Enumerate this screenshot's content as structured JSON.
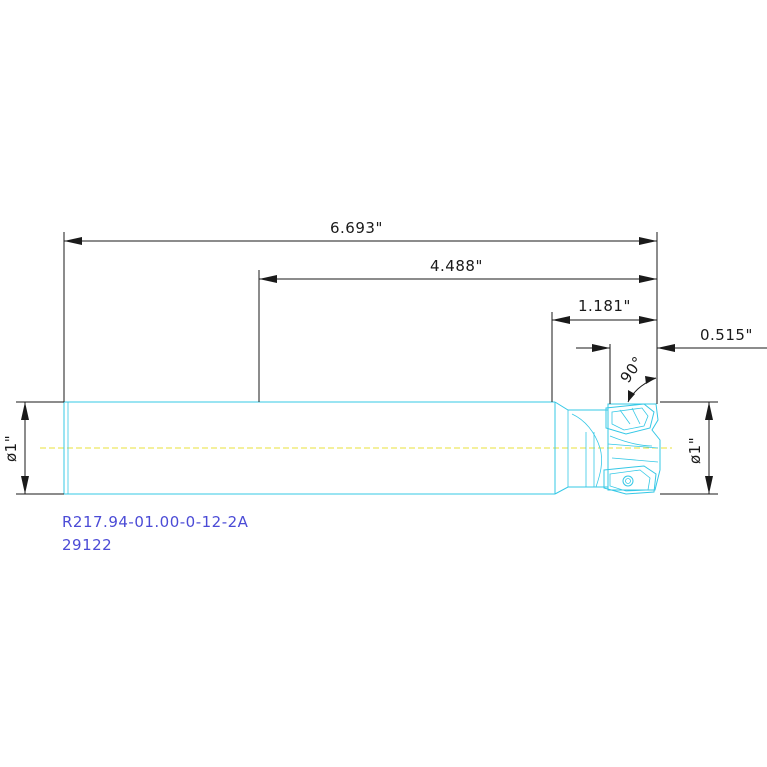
{
  "drawing": {
    "dimensions": {
      "overall_length": "6.693\"",
      "reach_length": "4.488\"",
      "neck_length": "1.181\"",
      "head_length": "0.515\"",
      "entering_angle": "90°",
      "diameter_left": "ø1\"",
      "diameter_right": "ø1\""
    },
    "part": {
      "number": "R217.94-01.00-0-12-2A",
      "code": "29122"
    },
    "colors": {
      "tool_outline": "#35c8e6",
      "centerline": "#e8e23a",
      "dimension": "#1a1a1a",
      "part_text": "#4b4bd6"
    }
  }
}
